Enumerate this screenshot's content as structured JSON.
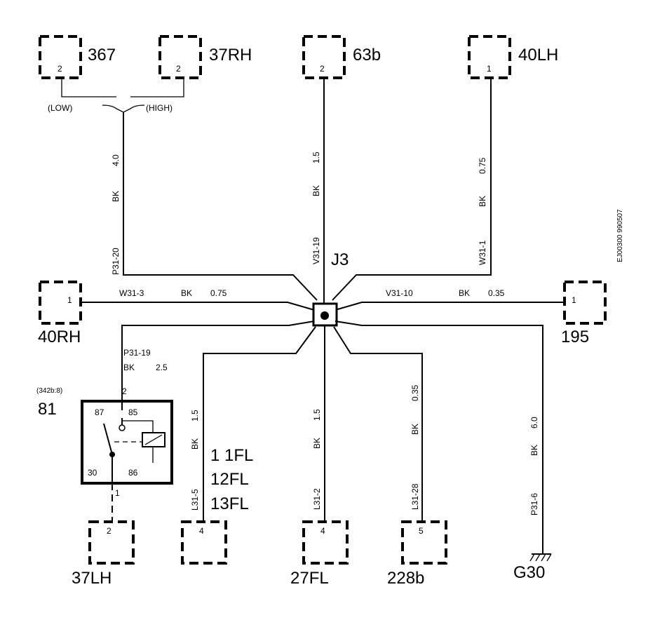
{
  "junction": {
    "label": "J3"
  },
  "connectors": {
    "c367": {
      "name": "367",
      "pin": "2"
    },
    "c37RH": {
      "name": "37RH",
      "pin": "2"
    },
    "c63b": {
      "name": "63b",
      "pin": "2"
    },
    "c40LH": {
      "name": "40LH",
      "pin": "1"
    },
    "c40RH": {
      "name": "40RH",
      "pin": "1"
    },
    "c195": {
      "name": "195",
      "pin": "1"
    },
    "c37LH": {
      "name": "37LH",
      "pin": "2"
    },
    "c11FL": {
      "names": [
        "1 1FL",
        "12FL",
        "13FL"
      ],
      "pin": "4"
    },
    "c27FL": {
      "name": "27FL",
      "pin": "4"
    },
    "c228b": {
      "name": "228b",
      "pin": "5"
    }
  },
  "splice": {
    "low": "(LOW)",
    "high": "(HIGH)"
  },
  "wires": {
    "w_367": {
      "size": "4.0",
      "color": "BK",
      "id": "P31-20"
    },
    "w_63b": {
      "size": "1.5",
      "color": "BK",
      "id": "V31-19"
    },
    "w_40LH": {
      "size": "0.75",
      "color": "BK",
      "id": "W31-1"
    },
    "w_40RH": {
      "id": "W31-3",
      "color": "BK",
      "size": "0.75"
    },
    "w_195": {
      "id": "V31-10",
      "color": "BK",
      "size": "0.35"
    },
    "w_relay": {
      "id": "P31-19",
      "color": "BK",
      "size": "2.5"
    },
    "w_11FL": {
      "size": "1.5",
      "color": "BK",
      "id": "L31-5"
    },
    "w_27FL": {
      "size": "1.5",
      "color": "BK",
      "id": "L31-2"
    },
    "w_228b": {
      "size": "0.35",
      "color": "BK",
      "id": "L31-28"
    },
    "w_G30": {
      "size": "6.0",
      "color": "BK",
      "id": "P31-6"
    }
  },
  "relay": {
    "name": "81",
    "ref": "(342b:8)",
    "pin_top": "2",
    "pin_bottom": "1",
    "t87": "87",
    "t85": "85",
    "t30": "30",
    "t86": "86"
  },
  "ground": {
    "name": "G30"
  },
  "doc_id": "EJ00300 990507"
}
